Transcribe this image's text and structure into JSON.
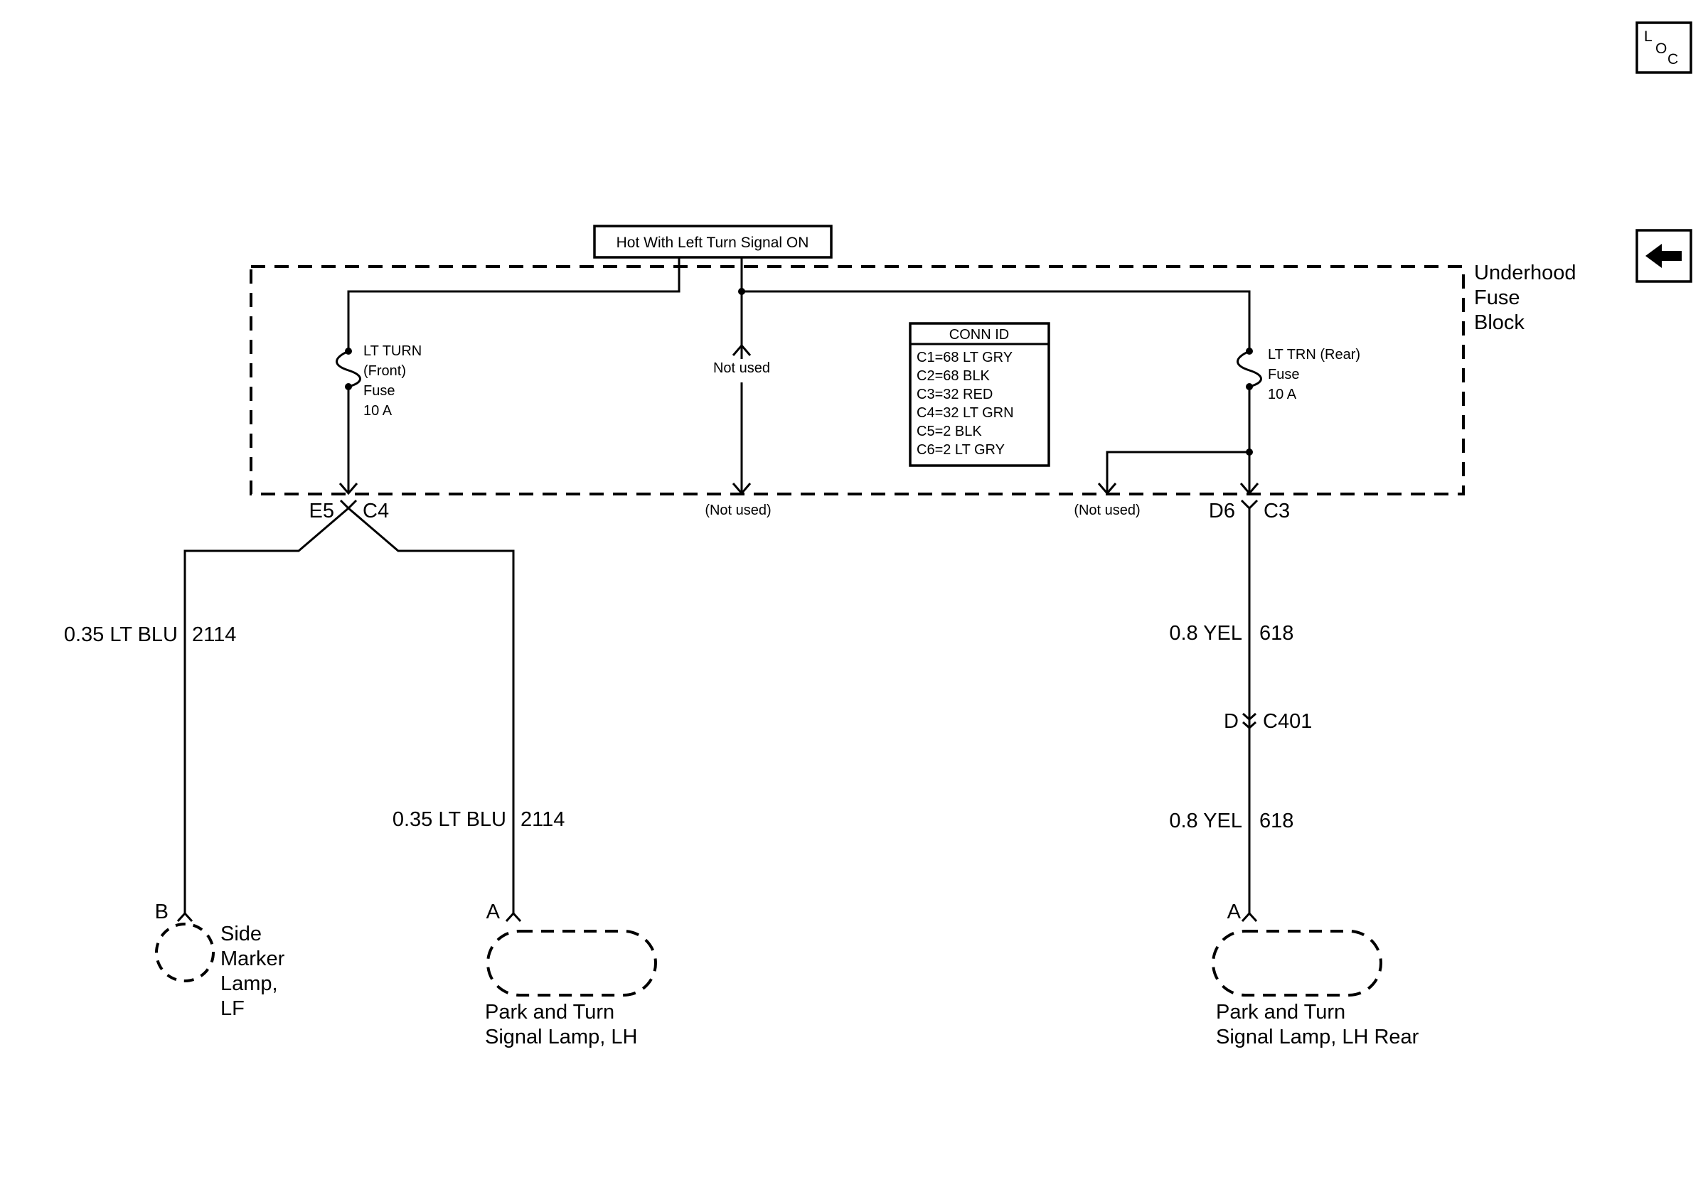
{
  "nav": {
    "loc_letters": [
      "L",
      "O",
      "C"
    ],
    "back_icon": "back-arrow-icon"
  },
  "power": {
    "label": "Hot With Left Turn Signal ON"
  },
  "fuse_block": {
    "name": [
      "Underhood",
      "Fuse",
      "Block"
    ],
    "front_fuse": [
      "LT TURN",
      "(Front)",
      "Fuse",
      "10 A"
    ],
    "rear_fuse": [
      "LT TRN (Rear)",
      "Fuse",
      "10 A"
    ],
    "not_used_inside": "Not used",
    "not_used_mid": "(Not used)",
    "not_used_right": "(Not used)"
  },
  "conn_id": {
    "title": "CONN ID",
    "items": [
      "C1=68 LT GRY",
      "C2=68 BLK",
      "C3=32 RED",
      "C4=32 LT GRN",
      "C5=2 BLK",
      "C6=2 LT GRY"
    ]
  },
  "connectors": {
    "left_pin": "E5",
    "left_conn": "C4",
    "right_pin": "D6",
    "right_conn": "C3",
    "inline_pin": "D",
    "inline_conn": "C401"
  },
  "wires": {
    "side_marker_color": "0.35 LT BLU",
    "side_marker_circuit": "2114",
    "park_lh_color": "0.35 LT BLU",
    "park_lh_circuit": "2114",
    "rear_upper_color": "0.8 YEL",
    "rear_upper_circuit": "618",
    "rear_lower_color": "0.8 YEL",
    "rear_lower_circuit": "618"
  },
  "components": {
    "side_marker": {
      "pin": "B",
      "name": [
        "Side",
        "Marker",
        "Lamp,",
        "LF"
      ]
    },
    "park_lh": {
      "pin": "A",
      "name": [
        "Park and Turn",
        "Signal Lamp, LH"
      ]
    },
    "park_lh_rear": {
      "pin": "A",
      "name": [
        "Park and Turn",
        "Signal Lamp, LH Rear"
      ]
    }
  }
}
